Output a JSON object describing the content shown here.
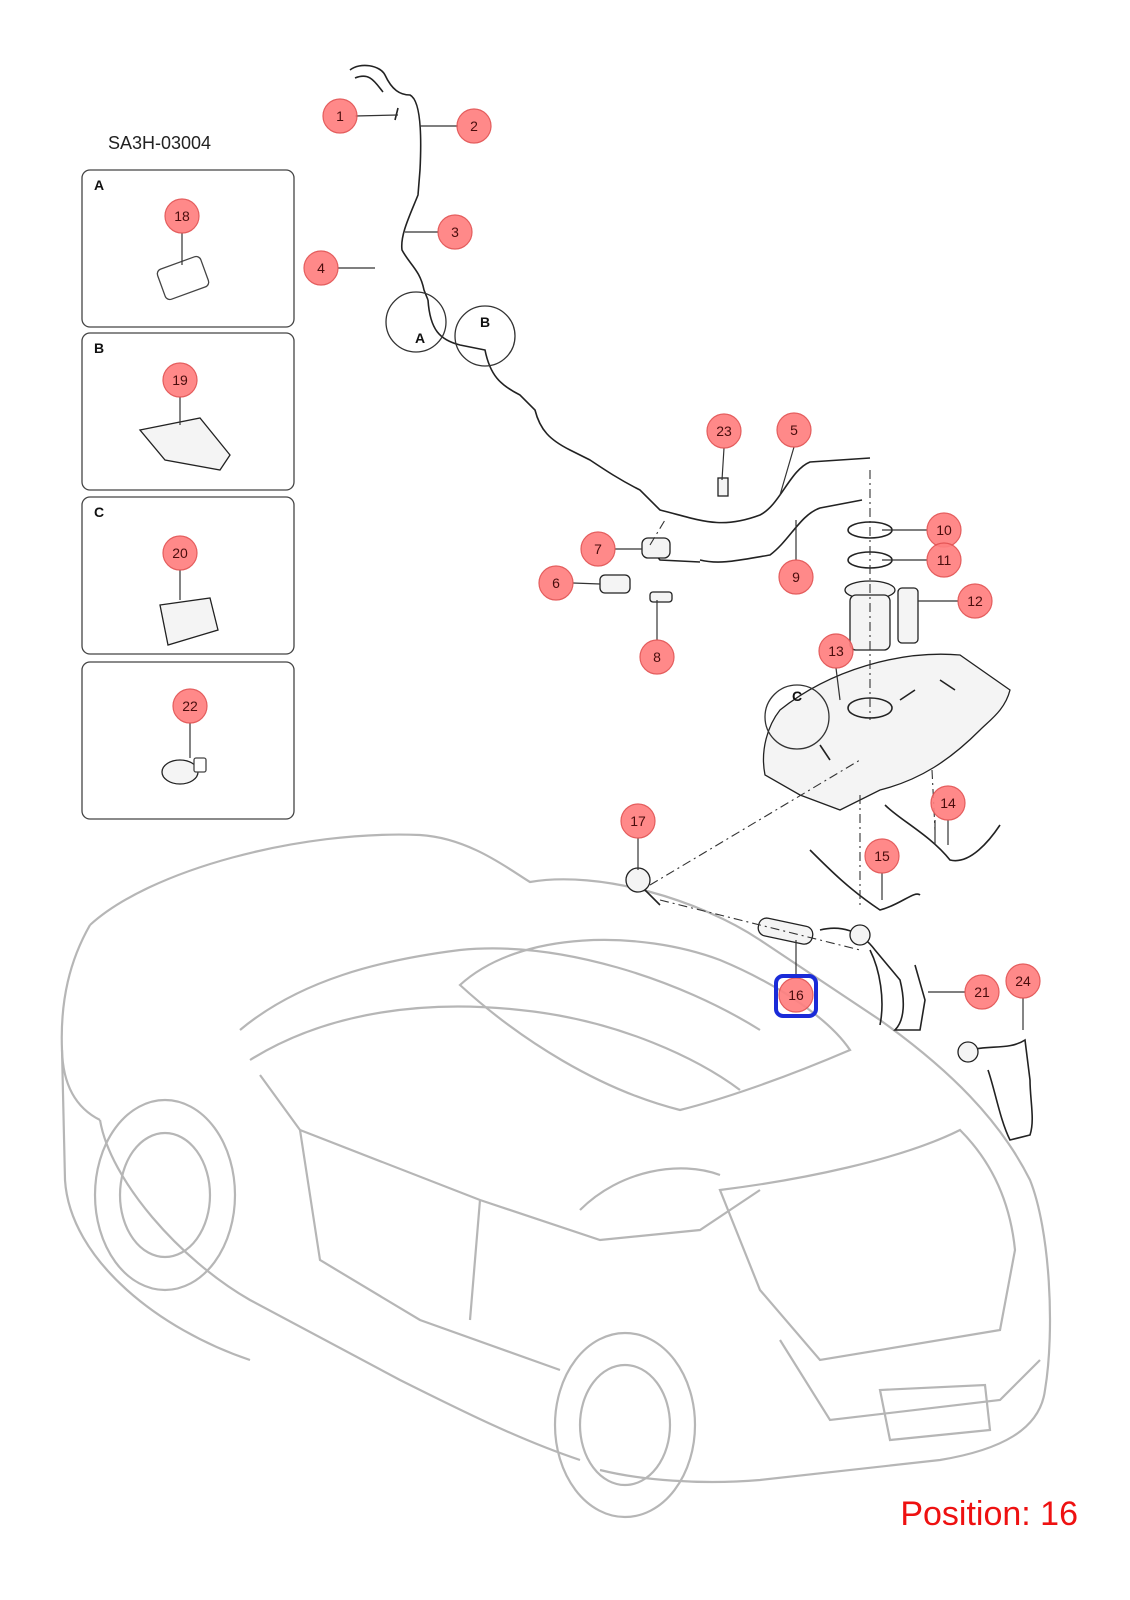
{
  "diagram_code": "SA3H-03004",
  "position_label": "Position: 16",
  "highlighted_callout": "16",
  "detail_views": [
    {
      "letter": "A",
      "callout": "18"
    },
    {
      "letter": "B",
      "callout": "19"
    },
    {
      "letter": "C",
      "callout": "20"
    },
    {
      "letter": "",
      "callout": "22"
    }
  ],
  "detail_markers": [
    "A",
    "B",
    "C"
  ],
  "callouts": [
    "1",
    "2",
    "3",
    "4",
    "5",
    "6",
    "7",
    "8",
    "9",
    "10",
    "11",
    "12",
    "13",
    "14",
    "15",
    "16",
    "17",
    "18",
    "19",
    "20",
    "21",
    "22",
    "23",
    "24"
  ],
  "colors": {
    "callout_fill": "#ff8080",
    "highlight": "#1a2bd8",
    "position_text": "#ee1111",
    "car_outline": "#b6b6b6"
  }
}
